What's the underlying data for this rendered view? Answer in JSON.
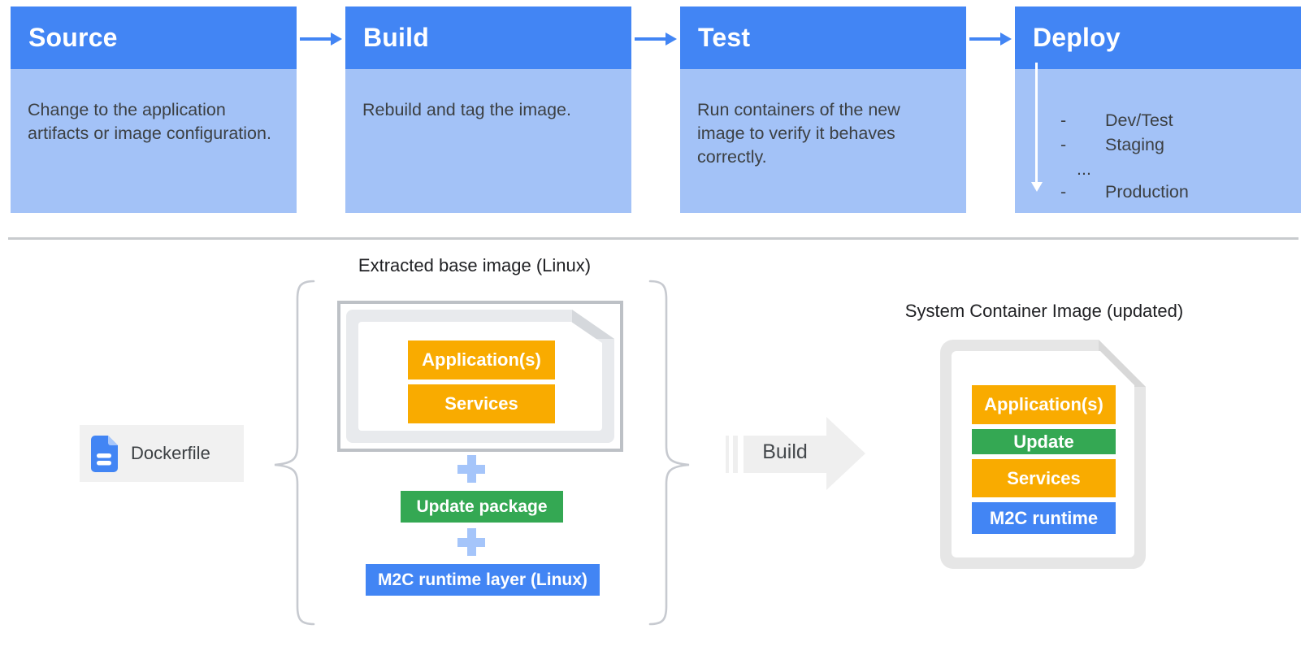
{
  "colors": {
    "header_blue": "#4285F4",
    "body_light_blue": "#A3C2F7",
    "accent_yellow": "#F9AB00",
    "accent_green": "#34A853",
    "accent_blue": "#4285F4",
    "plus_light_blue": "#A5C5FA",
    "text_dark_gray": "#3C4043",
    "label_black": "#202124",
    "arrow_gray": "#EFEFEF"
  },
  "pipeline": {
    "stages": [
      {
        "title": "Source",
        "body": "Change to the application artifacts or image configuration."
      },
      {
        "title": "Build",
        "body": "Rebuild and tag the image."
      },
      {
        "title": "Test",
        "body": "Run containers of the new image to verify it behaves correctly."
      },
      {
        "title": "Deploy",
        "bullet": "-",
        "items": [
          "Dev/Test",
          "Staging",
          "...",
          "Production"
        ]
      }
    ]
  },
  "build_flow": {
    "dockerfile": {
      "label": "Dockerfile"
    },
    "extracted_base_image": {
      "label": "Extracted base image (Linux)",
      "layers": [
        "Application(s)",
        "Services"
      ]
    },
    "plus_sign": "+",
    "update_package_label": "Update package",
    "runtime_layer_label": "M2C runtime layer (Linux)",
    "build_arrow_label": "Build",
    "system_container_image": {
      "label": "System Container Image (updated)",
      "layers": [
        {
          "label": "Application(s)",
          "color": "#F9AB00"
        },
        {
          "label": "Update",
          "color": "#34A853"
        },
        {
          "label": "Services",
          "color": "#F9AB00"
        },
        {
          "label": "M2C runtime",
          "color": "#4285F4"
        }
      ]
    }
  }
}
